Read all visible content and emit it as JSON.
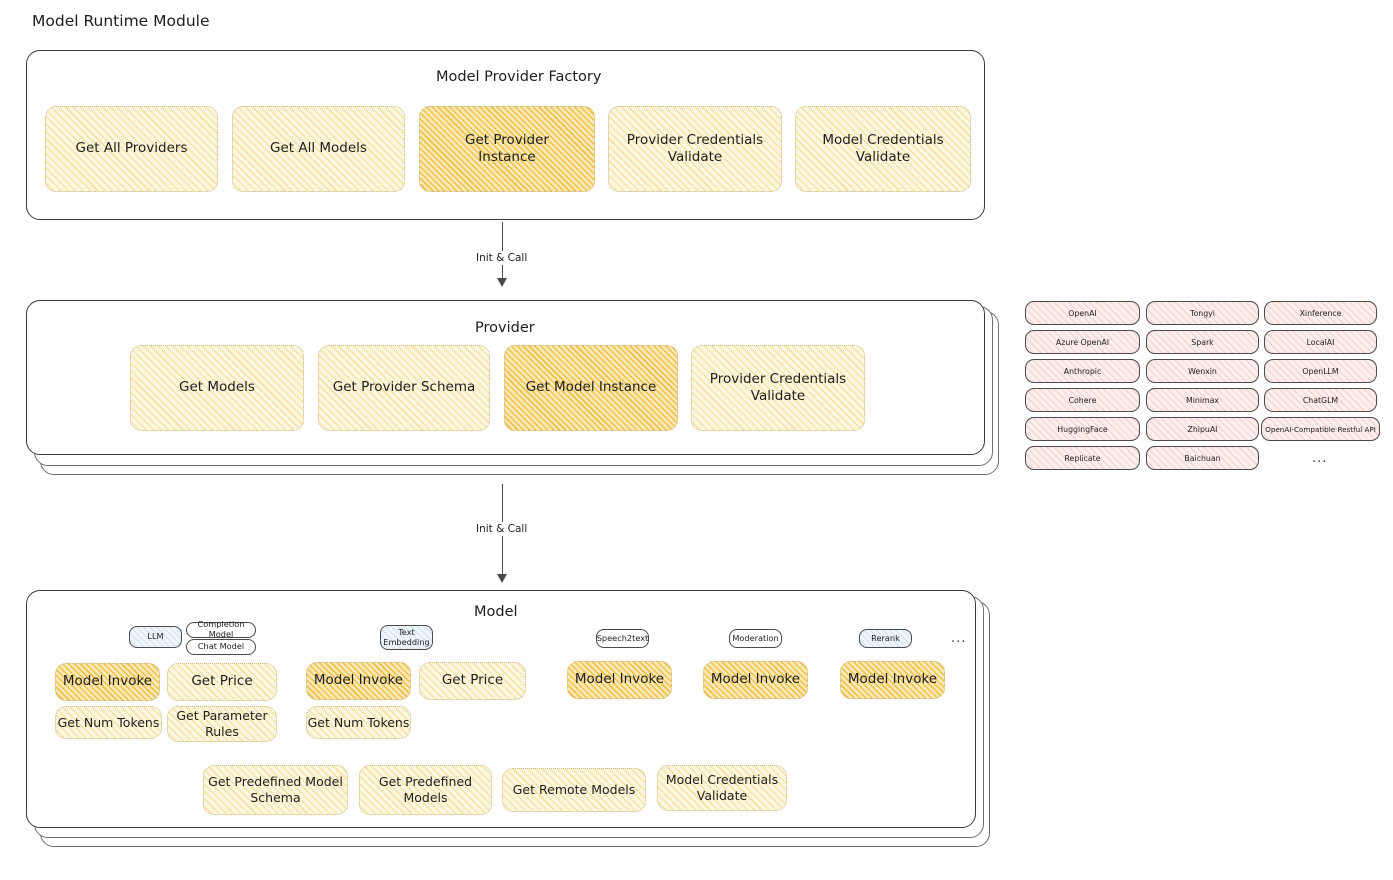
{
  "page": {
    "title": "Model Runtime Module"
  },
  "factory": {
    "title": "Model Provider Factory",
    "nodes": [
      {
        "label": "Get All Providers",
        "highlight": false
      },
      {
        "label": "Get All Models",
        "highlight": false
      },
      {
        "label": "Get Provider\nInstance",
        "highlight": true
      },
      {
        "label": "Provider Credentials\nValidate",
        "highlight": false
      },
      {
        "label": "Model Credentials\nValidate",
        "highlight": false
      }
    ]
  },
  "arrows": [
    {
      "label": "Init & Call"
    },
    {
      "label": "Init & Call"
    }
  ],
  "provider": {
    "title": "Provider",
    "nodes": [
      {
        "label": "Get Models",
        "highlight": false
      },
      {
        "label": "Get Provider Schema",
        "highlight": false
      },
      {
        "label": "Get Model Instance",
        "highlight": true
      },
      {
        "label": "Provider Credentials\nValidate",
        "highlight": false
      }
    ]
  },
  "provider_list": {
    "columns": [
      [
        "OpenAI",
        "Azure OpenAI",
        "Anthropic",
        "Cohere",
        "HuggingFace",
        "Replicate"
      ],
      [
        "Tongyi",
        "Spark",
        "Wenxin",
        "Minimax",
        "ZhipuAI",
        "Baichuan"
      ],
      [
        "Xinference",
        "LocalAI",
        "OpenLLM",
        "ChatGLM",
        "OpenAI-Compatible Restful API"
      ]
    ],
    "more": "..."
  },
  "model": {
    "title": "Model",
    "more": "...",
    "types": [
      {
        "badge": "LLM",
        "badge_blue": true,
        "sub_badges": [
          "Completion Model",
          "Chat Model"
        ],
        "row1": [
          {
            "label": "Model Invoke",
            "highlight": true
          },
          {
            "label": "Get Price",
            "highlight": false
          }
        ],
        "row2": [
          {
            "label": "Get Num Tokens",
            "highlight": false
          },
          {
            "label": "Get Parameter\nRules",
            "highlight": false
          }
        ]
      },
      {
        "badge": "Text\nEmbedding",
        "badge_blue": true,
        "sub_badges": [],
        "row1": [
          {
            "label": "Model Invoke",
            "highlight": true
          },
          {
            "label": "Get Price",
            "highlight": false
          }
        ],
        "row2": [
          {
            "label": "Get Num Tokens",
            "highlight": false
          }
        ]
      },
      {
        "badge": "Speech2text",
        "badge_blue": false,
        "sub_badges": [],
        "row1": [
          {
            "label": "Model Invoke",
            "highlight": true
          }
        ],
        "row2": []
      },
      {
        "badge": "Moderation",
        "badge_blue": false,
        "sub_badges": [],
        "row1": [
          {
            "label": "Model Invoke",
            "highlight": true
          }
        ],
        "row2": []
      },
      {
        "badge": "Rerank",
        "badge_blue": true,
        "sub_badges": [],
        "row1": [
          {
            "label": "Model Invoke",
            "highlight": true
          }
        ],
        "row2": []
      }
    ],
    "shared": [
      {
        "label": "Get Predefined Model\nSchema"
      },
      {
        "label": "Get Predefined\nModels"
      },
      {
        "label": "Get Remote Models"
      },
      {
        "label": "Model Credentials\nValidate"
      }
    ]
  },
  "colors": {
    "highlight_fill": "#fbe9b4",
    "soft_fill": "#fdf6df",
    "provider_chip_fill": "#fdeeee",
    "badge_blue_fill": "#eef5fb",
    "stroke": "#3b3b3b"
  }
}
